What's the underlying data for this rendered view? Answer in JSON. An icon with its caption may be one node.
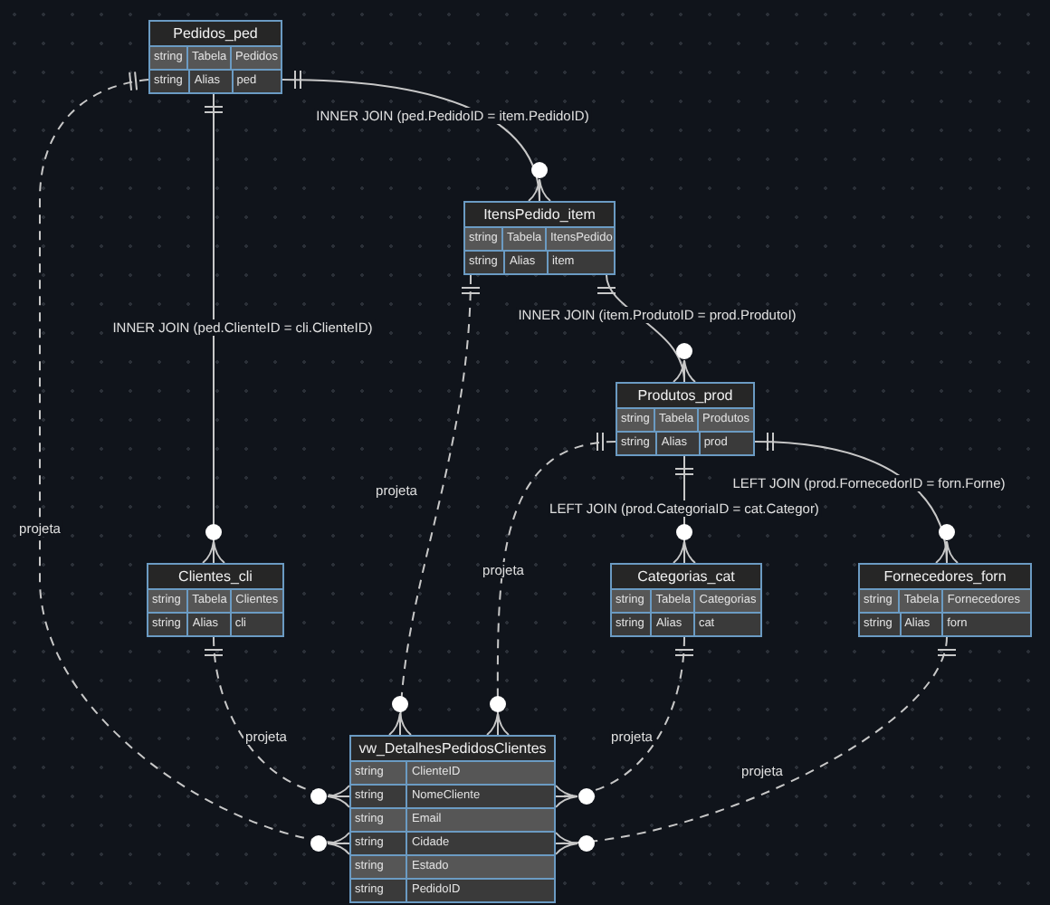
{
  "diagram": {
    "nodes": [
      {
        "text": [
          "Pedidos_ped",
          "string",
          "Tabela",
          "Pedidos",
          "string",
          "Alias",
          "ped"
        ]
      },
      {
        "text": [
          "ItensPedido_item",
          "string",
          "Tabela",
          "ItensPedido",
          "string",
          "Alias",
          "item"
        ]
      },
      {
        "text": [
          "Produtos_prod",
          "string",
          "Tabela",
          "Produtos",
          "string",
          "Alias",
          "prod"
        ]
      },
      {
        "text": [
          "Clientes_cli",
          "string",
          "Tabela",
          "Clientes",
          "string",
          "Alias",
          "cli"
        ]
      },
      {
        "text": [
          "Categorias_cat",
          "string",
          "Tabela",
          "Categorias",
          "string",
          "Alias",
          "cat"
        ]
      },
      {
        "text": [
          "Fornecedores_forn",
          "string",
          "Tabela",
          "Fornecedores",
          "string",
          "Alias",
          "forn"
        ]
      },
      {
        "text": [
          "vw_DetalhesPedidosClientes",
          "string",
          "ClienteID",
          "string",
          "NomeCliente",
          "string",
          "Email",
          "string",
          "Cidade",
          "string",
          "Estado",
          "string",
          "PedidoID"
        ]
      }
    ],
    "edges": [
      {
        "from": 0,
        "to": 1,
        "arrow": "other",
        "label": "INNER JOIN (ped.PedidoID = item.PedidoID)"
      },
      {
        "from": 0,
        "to": 3,
        "arrow": "other",
        "label": "INNER JOIN (ped.ClienteID = cli.ClienteID)"
      },
      {
        "from": 1,
        "to": 2,
        "arrow": "other",
        "label": "INNER JOIN (item.ProdutoID = prod.ProdutoI)"
      },
      {
        "from": 2,
        "to": 4,
        "arrow": "other",
        "label": "LEFT JOIN (prod.CategoriaID = cat.Categor)"
      },
      {
        "from": 2,
        "to": 5,
        "arrow": "other",
        "label": "LEFT JOIN (prod.FornecedorID = forn.Forne)"
      },
      {
        "from": 0,
        "to": 6,
        "arrow": "other",
        "label": "projeta",
        "style": "dashed"
      },
      {
        "from": 1,
        "to": 6,
        "arrow": "other",
        "label": "projeta",
        "style": "dashed"
      },
      {
        "from": 2,
        "to": 6,
        "arrow": "other",
        "label": "projeta",
        "style": "dashed"
      },
      {
        "from": 3,
        "to": 6,
        "arrow": "other",
        "label": "projeta",
        "style": "dashed"
      },
      {
        "from": 4,
        "to": 6,
        "arrow": "other",
        "label": "projeta",
        "style": "dashed"
      },
      {
        "from": 5,
        "to": 6,
        "arrow": "other",
        "label": "projeta",
        "style": "dashed"
      }
    ]
  }
}
